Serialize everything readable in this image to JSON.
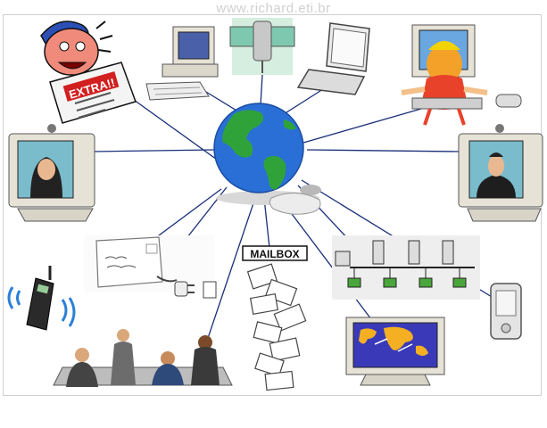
{
  "watermark": "www.richard.eti.br",
  "newspaper": {
    "headline": "EXTRA!!"
  },
  "mailbox": {
    "label": "MAILBOX"
  },
  "colors": {
    "link_line": "#1a2f7a",
    "ocean": "#2a6fd6",
    "land": "#2fa33a",
    "monitor_beige": "#e6e2d6",
    "screen_blue": "#3a3ab8"
  },
  "icons": [
    "newspaper-boy-icon",
    "desktop-computer-icon",
    "satellite-icon",
    "laptop-icon",
    "kid-at-computer-icon",
    "videoconference-woman-icon",
    "videoconference-man-icon",
    "email-letter-icon",
    "power-plug-icon",
    "mailbox-icon",
    "network-lan-icon",
    "mobile-phone-icon",
    "pda-icon",
    "business-meeting-icon",
    "world-map-monitor-icon",
    "globe-icon",
    "mouse-icon"
  ]
}
